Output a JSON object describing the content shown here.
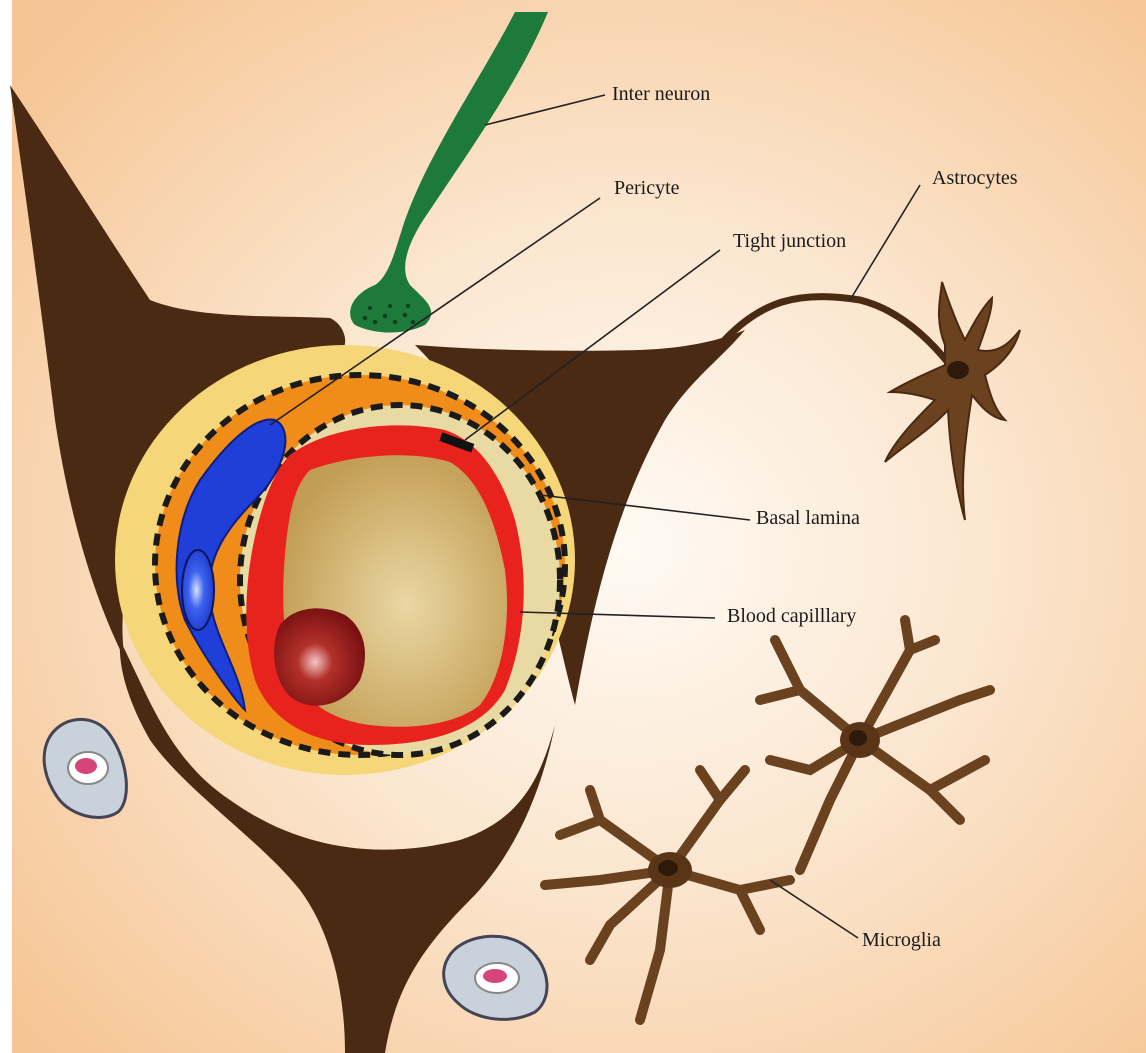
{
  "labels": {
    "inter_neuron": "Inter neuron",
    "pericyte": "Pericyte",
    "tight_junction": "Tight junction",
    "astrocytes": "Astrocytes",
    "basal_lamina": "Basal lamina",
    "blood_capillary": "Blood capilllary",
    "microglia": "Microglia"
  },
  "colors": {
    "background_center": "#fdf4ea",
    "background_edge": "#f6c594",
    "astrocyte_endfoot": "#4a2a12",
    "interneuron": "#1e7a3a",
    "outer_ring": "#f5d77a",
    "basal_lamina_band": "#f08c1a",
    "pericyte": "#1f3fd8",
    "endothelium": "#e8221c",
    "lumen": "#cfb36a",
    "nucleus": "#8e1a1a",
    "microglia": "#6b4220",
    "blood_cell": "#c9d2da"
  },
  "icons": [
    "astrocyte-cell",
    "microglia-cell",
    "interneuron-terminal",
    "blood-cell"
  ]
}
